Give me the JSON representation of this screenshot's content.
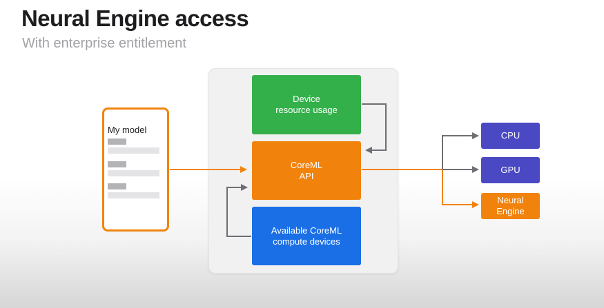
{
  "header": {
    "title": "Neural Engine access",
    "subtitle": "With enterprise entitlement"
  },
  "model": {
    "label": "My model"
  },
  "center": {
    "device_usage": [
      "Device",
      "resource usage"
    ],
    "coreml_api": [
      "CoreML",
      "API"
    ],
    "compute_devices": [
      "Available CoreML",
      "compute devices"
    ]
  },
  "devices": {
    "cpu": [
      "CPU"
    ],
    "gpu": [
      "GPU"
    ],
    "neural_engine": [
      "Neural",
      "Engine"
    ]
  },
  "colors": {
    "orange": "#f1830d",
    "green": "#34b04b",
    "blue": "#1a6fe6",
    "purple": "#4b48c4",
    "connector_gray": "#6e6e73"
  }
}
